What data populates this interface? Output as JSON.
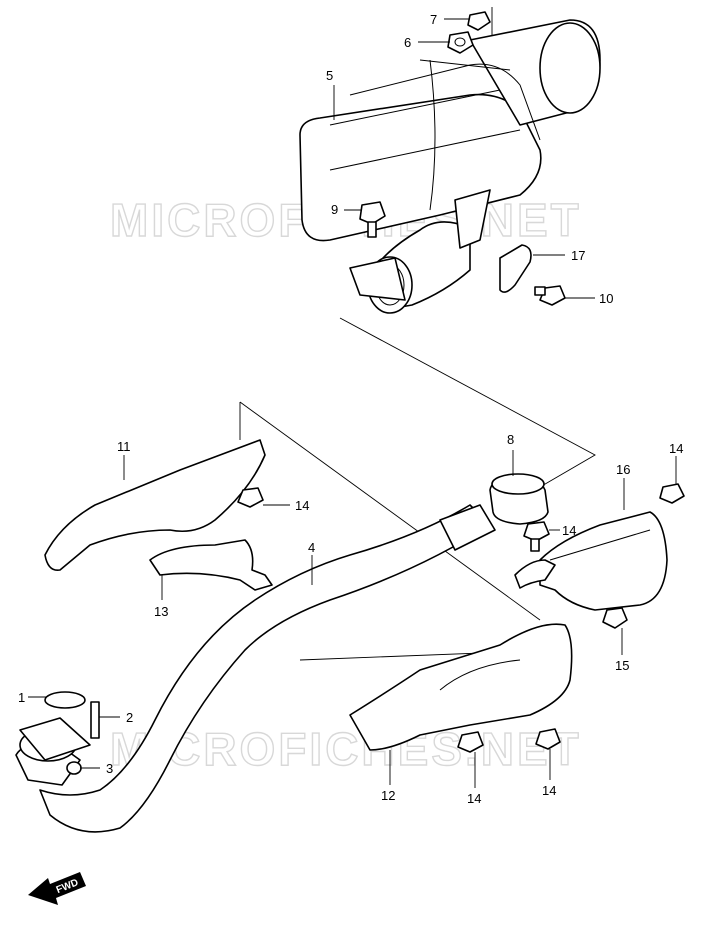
{
  "watermark": "MICROFICHES.NET",
  "fwd_label": "FWD",
  "callouts": [
    {
      "id": "c1",
      "label": "1"
    },
    {
      "id": "c2",
      "label": "2"
    },
    {
      "id": "c3",
      "label": "3"
    },
    {
      "id": "c4",
      "label": "4"
    },
    {
      "id": "c5",
      "label": "5"
    },
    {
      "id": "c6",
      "label": "6"
    },
    {
      "id": "c7",
      "label": "7"
    },
    {
      "id": "c8",
      "label": "8"
    },
    {
      "id": "c9",
      "label": "9"
    },
    {
      "id": "c10",
      "label": "10"
    },
    {
      "id": "c11",
      "label": "11"
    },
    {
      "id": "c12",
      "label": "12"
    },
    {
      "id": "c13",
      "label": "13"
    },
    {
      "id": "c14a",
      "label": "14"
    },
    {
      "id": "c14b",
      "label": "14"
    },
    {
      "id": "c14c",
      "label": "14"
    },
    {
      "id": "c14d",
      "label": "14"
    },
    {
      "id": "c14e",
      "label": "14"
    },
    {
      "id": "c15",
      "label": "15"
    },
    {
      "id": "c16",
      "label": "16"
    },
    {
      "id": "c17",
      "label": "17"
    }
  ]
}
